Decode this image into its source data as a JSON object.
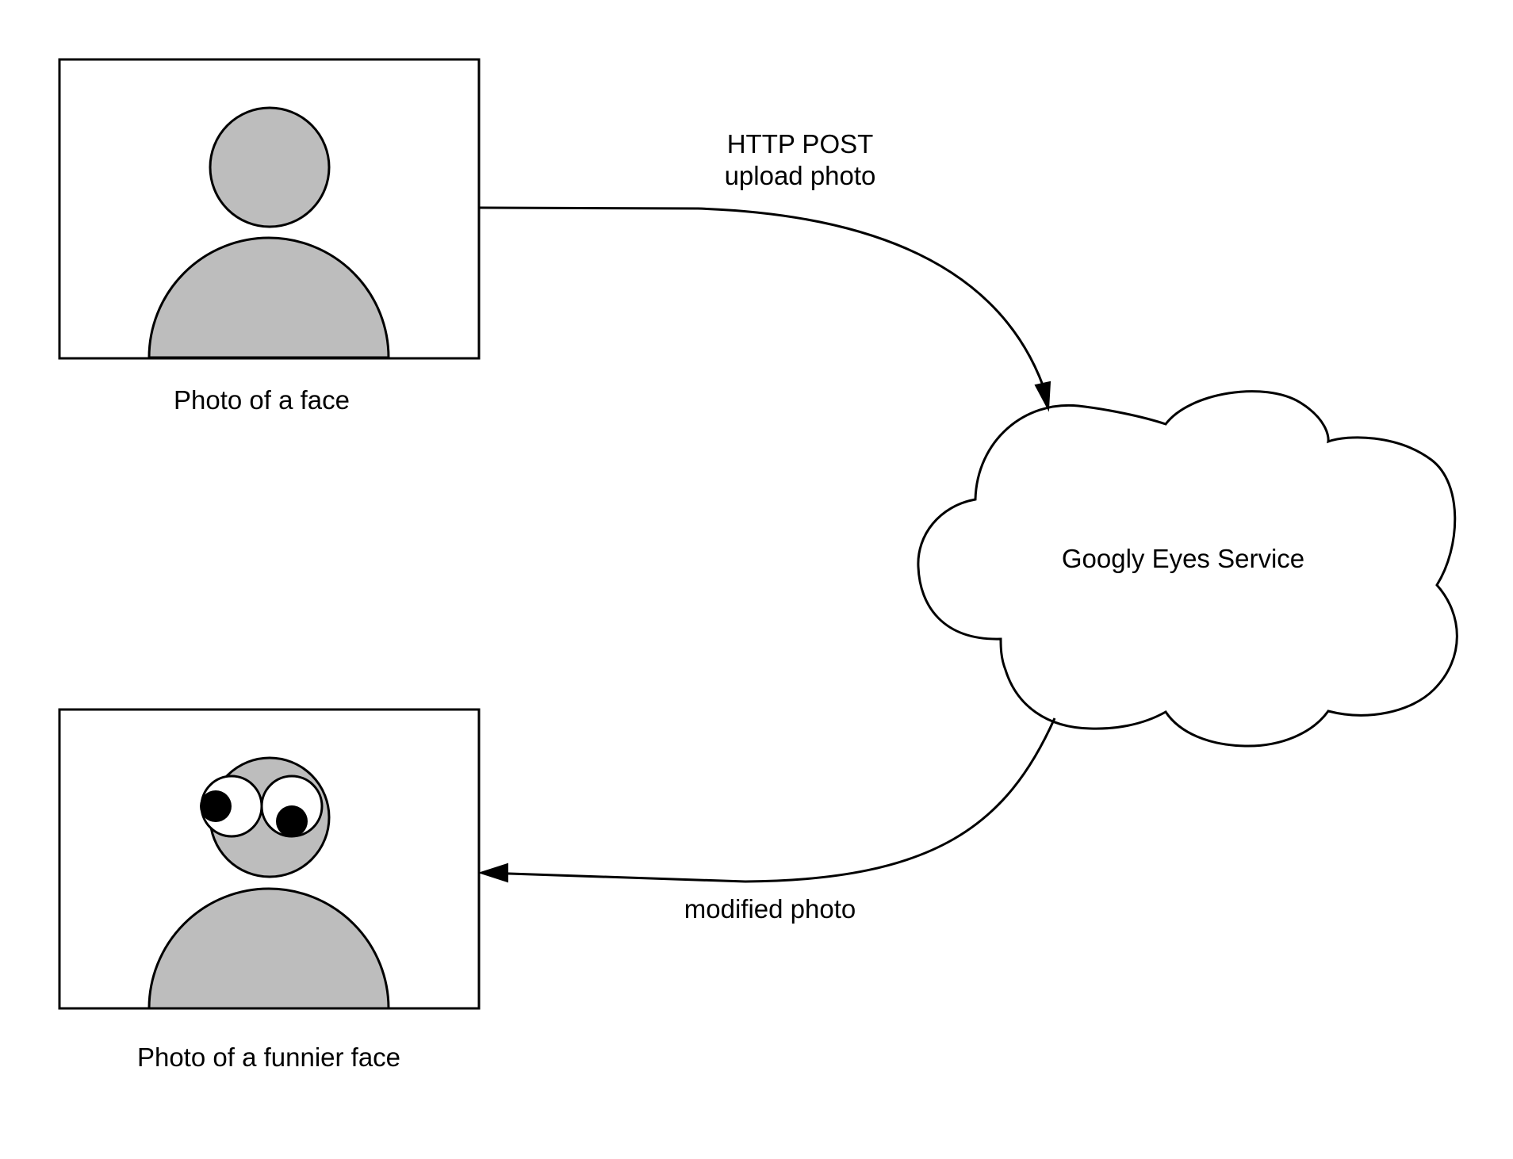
{
  "nodes": {
    "source_photo": {
      "label": "Photo of a face"
    },
    "result_photo": {
      "label": "Photo of a funnier face"
    },
    "service": {
      "label": "Googly Eyes Service"
    }
  },
  "edges": {
    "upload": {
      "line1": "HTTP POST",
      "line2": "upload photo"
    },
    "response": {
      "label": "modified photo"
    }
  },
  "colors": {
    "stroke": "#000000",
    "figure_fill": "#bdbdbd",
    "background": "#ffffff",
    "eye_white": "#ffffff",
    "pupil": "#000000"
  }
}
